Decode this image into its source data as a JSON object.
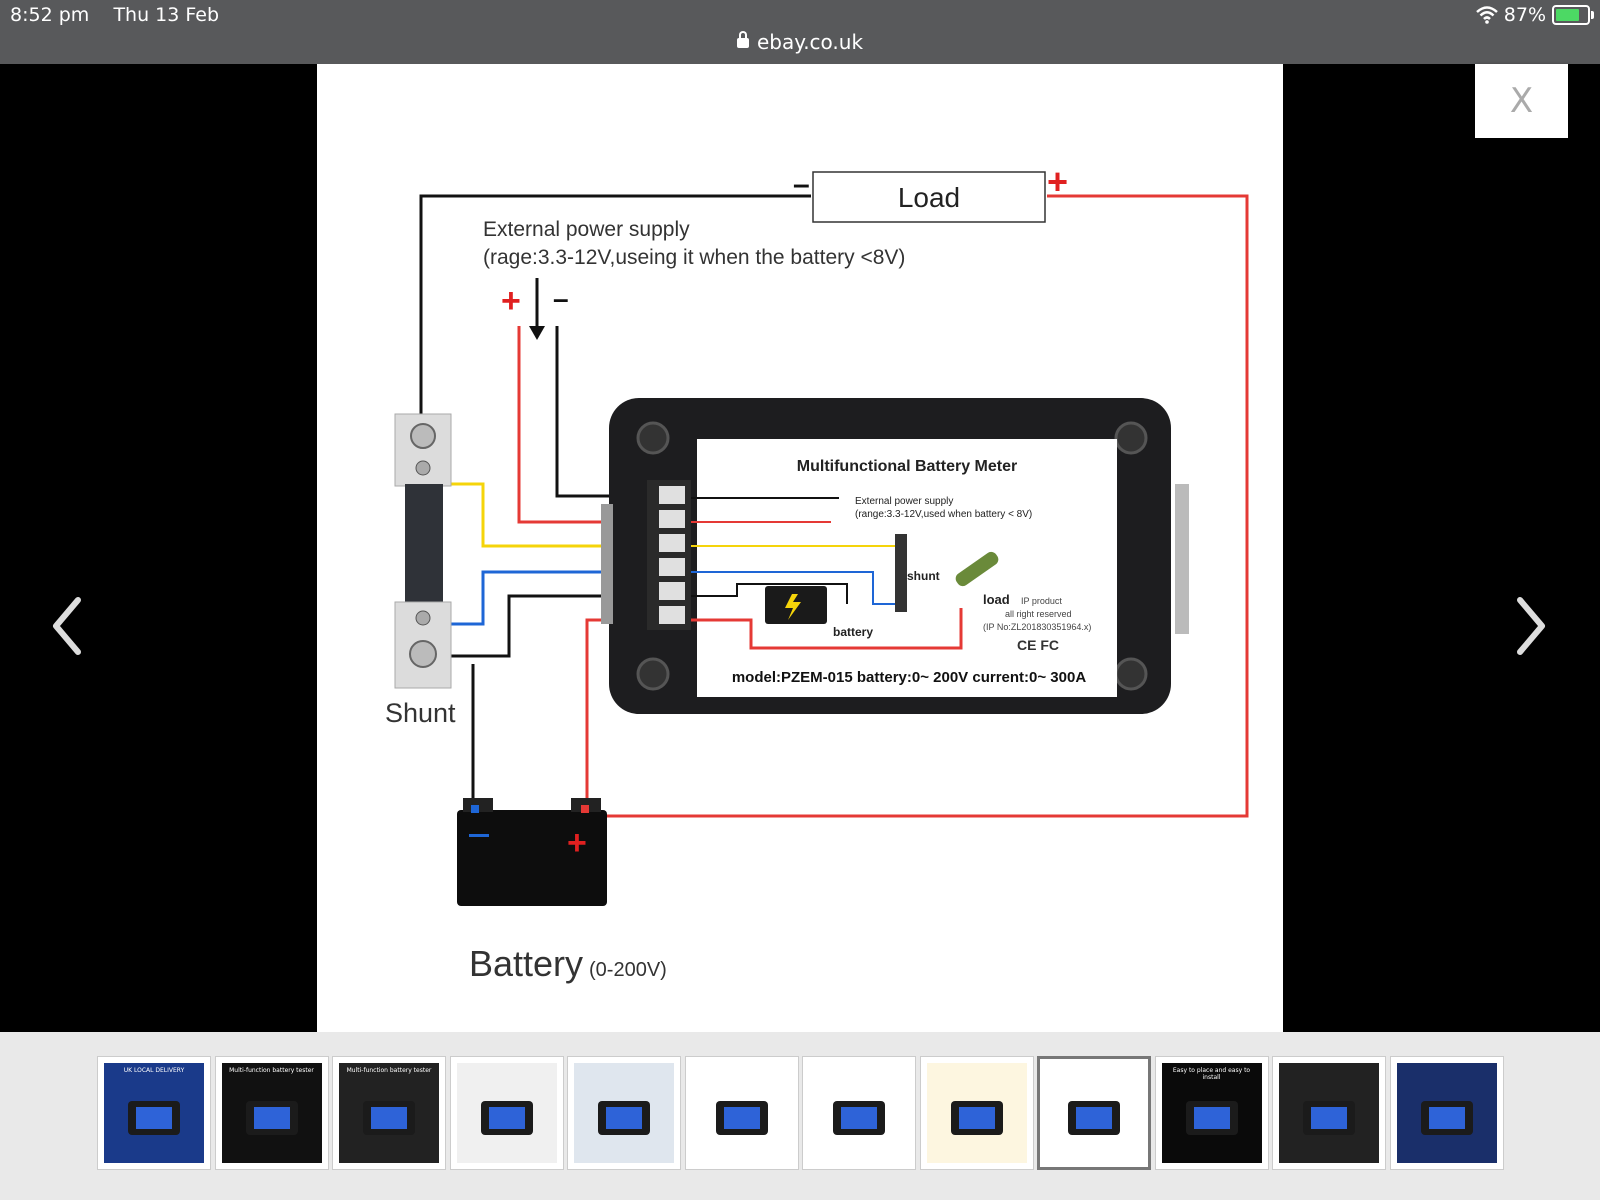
{
  "status_bar": {
    "time": "8:52 pm",
    "date": "Thu 13 Feb",
    "url": "ebay.co.uk",
    "battery_percent": "87%",
    "battery_level": 0.87,
    "icons": [
      "wifi-icon",
      "lock-icon",
      "battery-charging-icon"
    ]
  },
  "viewer": {
    "close_label": "X",
    "prev_icon": "chevron-left-icon",
    "next_icon": "chevron-right-icon",
    "selected_thumbnail_index": 8
  },
  "diagram": {
    "load_label": "Load",
    "plus_sign": "+",
    "minus_sign": "–",
    "ext_supply_line1": "External power supply",
    "ext_supply_line2": "(rage:3.3-12V,useing it when the battery <8V)",
    "shunt_label": "Shunt",
    "battery_label": "Battery",
    "battery_range": "(0-200V)",
    "meter_title": "Multifunctional Battery Meter",
    "meter_ext_line1": "External power supply",
    "meter_ext_line2": "(range:3.3-12V,used when battery < 8V)",
    "meter_shunt": "shunt",
    "meter_load": "load",
    "meter_battery": "battery",
    "meter_ip1": "IP product",
    "meter_ip2": "all right reserved",
    "meter_ip3": "(IP No:ZL201830351964.x)",
    "meter_cert": "CE FC",
    "meter_model": "model:PZEM-015 battery:0~ 200V current:0~ 300A"
  },
  "thumbnails": [
    {
      "caption": "UK LOCAL DELIVERY",
      "bg": "#1a3a8a"
    },
    {
      "caption": "Multi-function battery tester",
      "bg": "#111111"
    },
    {
      "caption": "Multi-function battery tester",
      "bg": "#222222"
    },
    {
      "caption": "",
      "bg": "#f0f0f0"
    },
    {
      "caption": "",
      "bg": "#dfe6ee"
    },
    {
      "caption": "",
      "bg": "#ffffff"
    },
    {
      "caption": "",
      "bg": "#ffffff"
    },
    {
      "caption": "",
      "bg": "#fdf6e0"
    },
    {
      "caption": "",
      "bg": "#ffffff"
    },
    {
      "caption": "Easy to place and easy to install",
      "bg": "#0a0a0a"
    },
    {
      "caption": "",
      "bg": "#222222"
    },
    {
      "caption": "",
      "bg": "#1a2f6a"
    }
  ]
}
